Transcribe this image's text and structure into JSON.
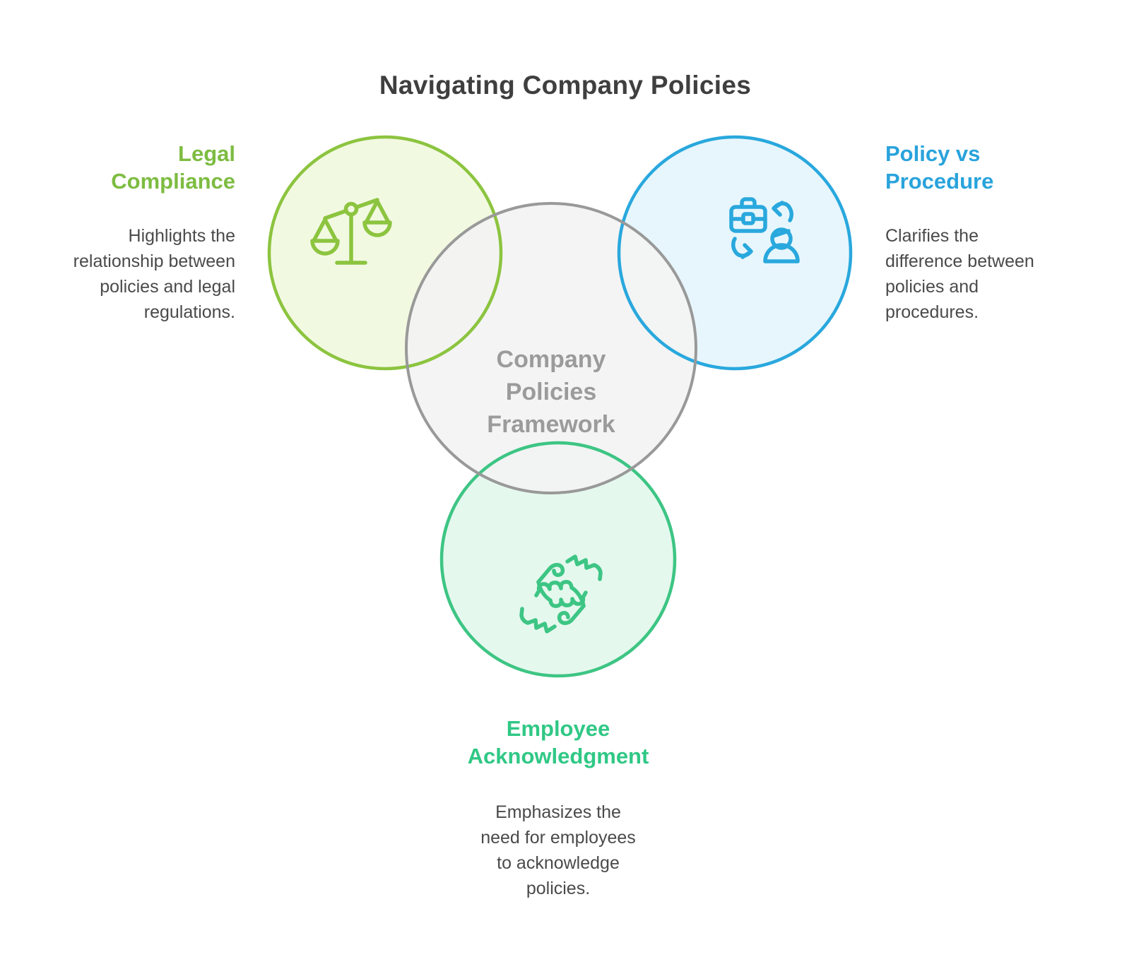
{
  "title": "Navigating Company Policies",
  "colors": {
    "title_text": "#3F3F3F",
    "body_text": "#4A4A4A",
    "center_text": "#9B9B9B",
    "legal_green": "#7DBC41",
    "legal_circle_stroke": "#8CC43F",
    "legal_circle_fill": "#F2F9E1",
    "policy_blue": "#29A3DC",
    "policy_circle_stroke": "#29A8DD",
    "policy_circle_fill": "#E7F6FC",
    "employee_green": "#30C885",
    "employee_circle_stroke": "#3DC584",
    "employee_circle_fill": "#E5F8EE",
    "center_circle_stroke": "#999999",
    "center_circle_fill": "#F3F3F3"
  },
  "center_circle": {
    "label": "Company\nPolicies\nFramework"
  },
  "sections": {
    "legal": {
      "heading": "Legal\nCompliance",
      "body": "Highlights the\nrelationship between\npolicies and legal\nregulations.",
      "icon": "balance-scale-icon"
    },
    "policy": {
      "heading": "Policy vs\nProcedure",
      "body": "Clarifies the\ndifference between\npolicies and\nprocedures.",
      "icon": "briefcase-person-exchange-icon"
    },
    "employee": {
      "heading": "Employee\nAcknowledgment",
      "body": "Emphasizes the\nneed for employees\nto acknowledge\npolicies.",
      "icon": "hands-collaboration-icon"
    }
  }
}
